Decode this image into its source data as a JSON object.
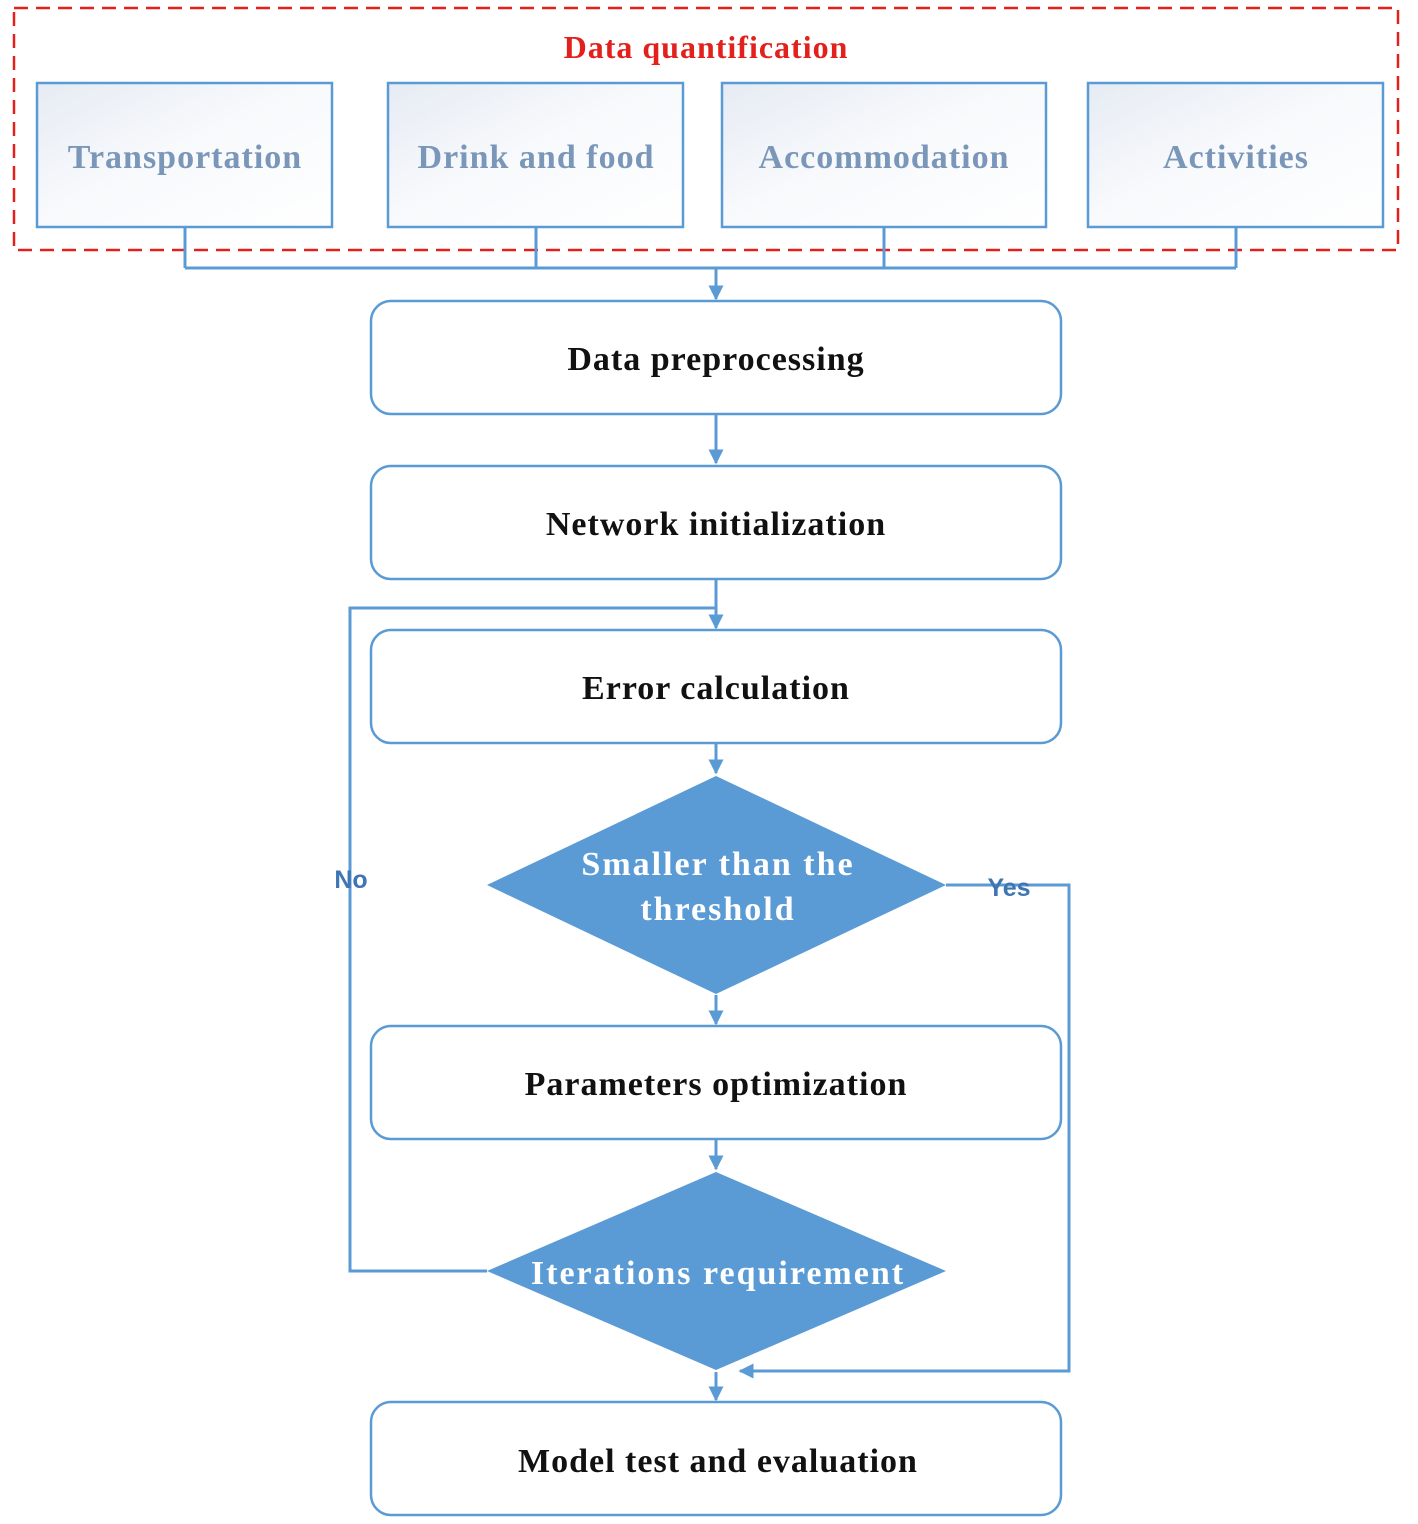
{
  "colors": {
    "accent": "#5b9bd5",
    "group_border": "#e3211c",
    "category_text": "#7a96b8",
    "step_text": "#111111",
    "decision_fill": "#5b9bd5",
    "decision_text": "#ffffff",
    "branch_label": "#3f75b3"
  },
  "group": {
    "title": "Data quantification"
  },
  "categories": [
    {
      "label": "Transportation"
    },
    {
      "label": "Drink and food"
    },
    {
      "label": "Accommodation"
    },
    {
      "label": "Activities"
    }
  ],
  "steps": {
    "preprocessing": "Data preprocessing",
    "initialization": "Network initialization",
    "error": "Error calculation",
    "threshold": [
      "Smaller than the",
      "threshold"
    ],
    "optimization": "Parameters optimization",
    "iterations": "Iterations requirement",
    "evaluation": "Model test and evaluation"
  },
  "branches": {
    "no": "No",
    "yes": "Yes"
  }
}
